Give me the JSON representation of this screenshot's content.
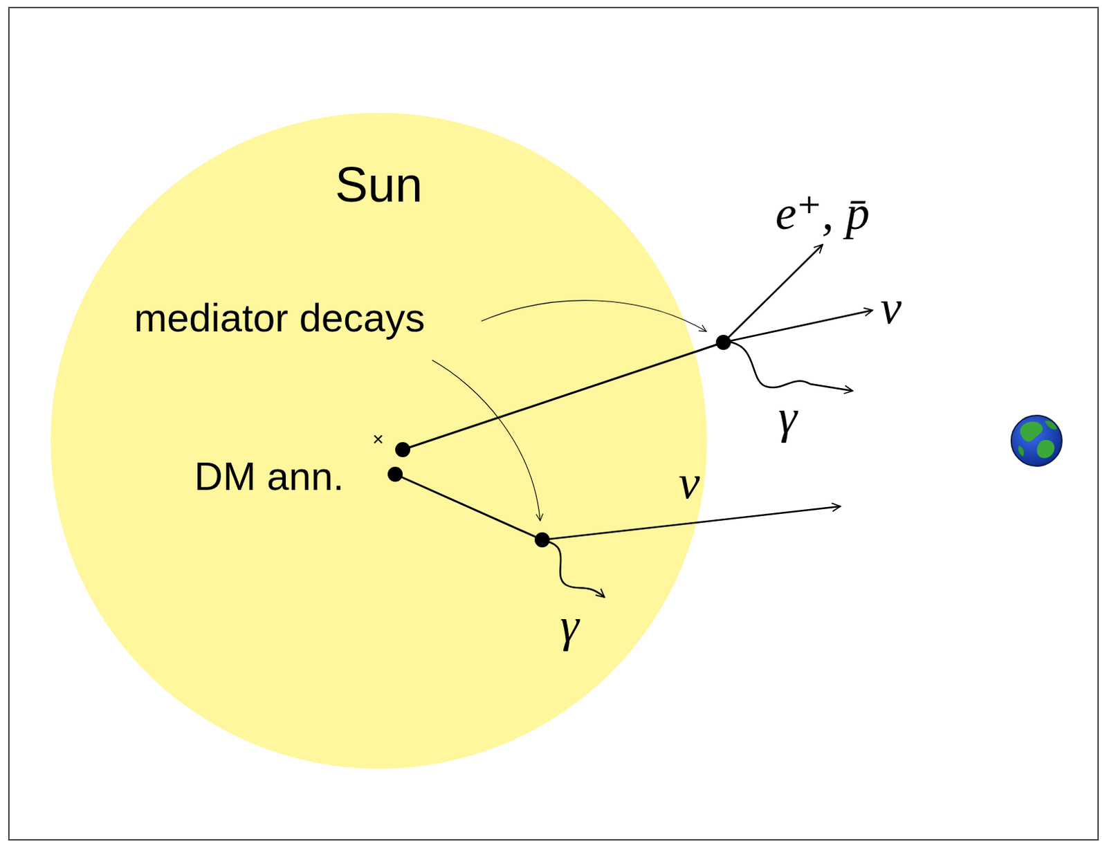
{
  "diagram": {
    "nodes": [
      {
        "text": [
          "Sun"
        ]
      }
    ],
    "labels": [
      "mediator decays",
      "DM ann.",
      "×",
      "e⁺, p̄",
      "ν",
      "γ",
      "ν",
      "γ"
    ]
  }
}
